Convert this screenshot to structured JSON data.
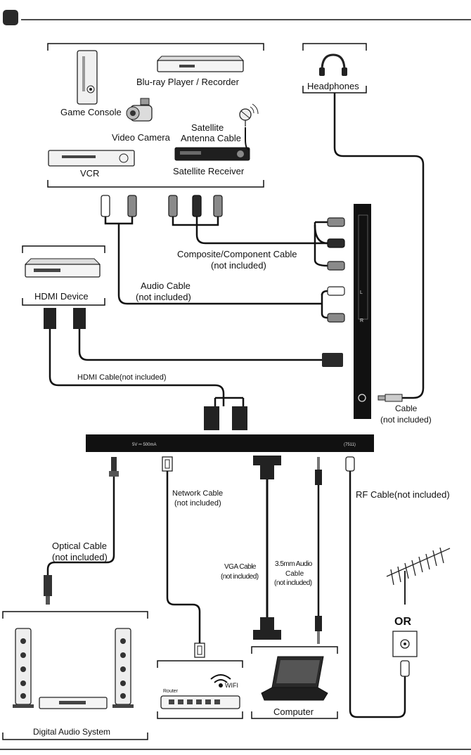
{
  "labels": {
    "blu_ray": "Blu-ray Player / Recorder",
    "game_console": "Game Console",
    "video_camera": "Video Camera",
    "satellite_1": "Satellite",
    "satellite_2": "Antenna Cable",
    "vcr": "VCR",
    "satellite_receiver": "Satellite Receiver",
    "headphones": "Headphones",
    "composite_1": "Composite/Component Cable",
    "composite_2": "(not included)",
    "hdmi_device": "HDMI Device",
    "audio_cable_1": "Audio Cable",
    "audio_cable_2": "(not included)",
    "hdmi_cable": "HDMI Cable(not included)",
    "hp_cable_1": "Cable",
    "hp_cable_2": "(not included)",
    "network_1": "Network Cable",
    "network_2": "(not included)",
    "rf_cable": "RF Cable(not included)",
    "optical_1": "Optical Cable",
    "optical_2": "(not included)",
    "vga_1": "VGA Cable",
    "vga_2": "(not included)",
    "audio35_1": "3.5mm Audio",
    "audio35_2": "Cable",
    "audio35_3": "(not included)",
    "or": "OR",
    "digital_audio": "Digital Audio System",
    "router": "Router",
    "wifi": "WIFI",
    "computer": "Computer",
    "power_spec": "5V ⎓ 500mA",
    "model_code": "(7511)",
    "panel_l": "L",
    "panel_r": "R"
  },
  "colors": {
    "panel": "#111111",
    "cable": "#1a1a1a",
    "plug_gray": "#8a8a8a",
    "plug_white": "#ffffff",
    "plug_dark": "#2a2a2a"
  }
}
